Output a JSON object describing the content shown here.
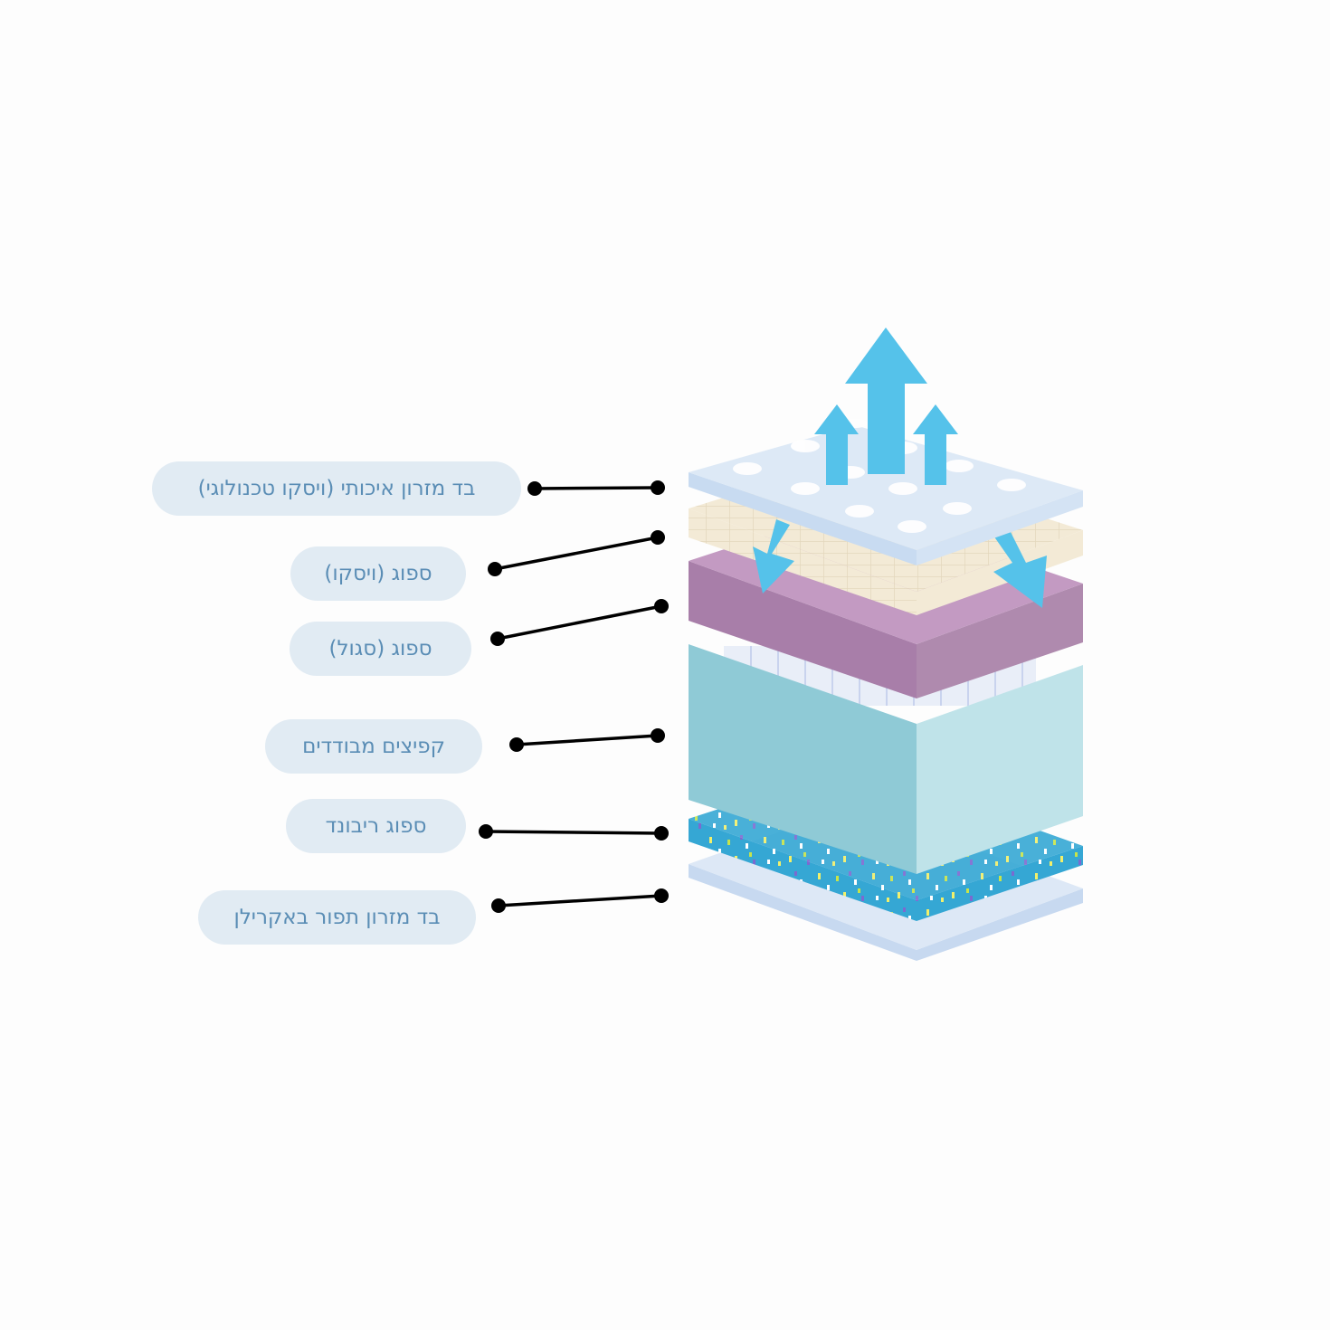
{
  "labels": [
    {
      "id": "cover-top",
      "text": "בד מזרון איכותי (ויסקו טכנולוגי)"
    },
    {
      "id": "visco-foam",
      "text": "ספוג (ויסקו)"
    },
    {
      "id": "purple-foam",
      "text": "ספוג (סגול)"
    },
    {
      "id": "pocket-springs",
      "text": "קפיצים מבודדים"
    },
    {
      "id": "rebond-foam",
      "text": "ספוג ריבונד"
    },
    {
      "id": "cover-bottom",
      "text": "בד מזרון תפור באקרילן"
    }
  ],
  "colors": {
    "pill_bg": "#e1ebf3",
    "pill_text": "#5a8db5",
    "arrow": "#55c2ea",
    "cover_top": "#dce9f6",
    "visco_foam": "#f3ead6",
    "purple_foam": "#a87ea9",
    "spring_block": "#a8d6e0",
    "rebond_foam": "#35a7d4",
    "cover_bottom": "#dde8f6"
  }
}
